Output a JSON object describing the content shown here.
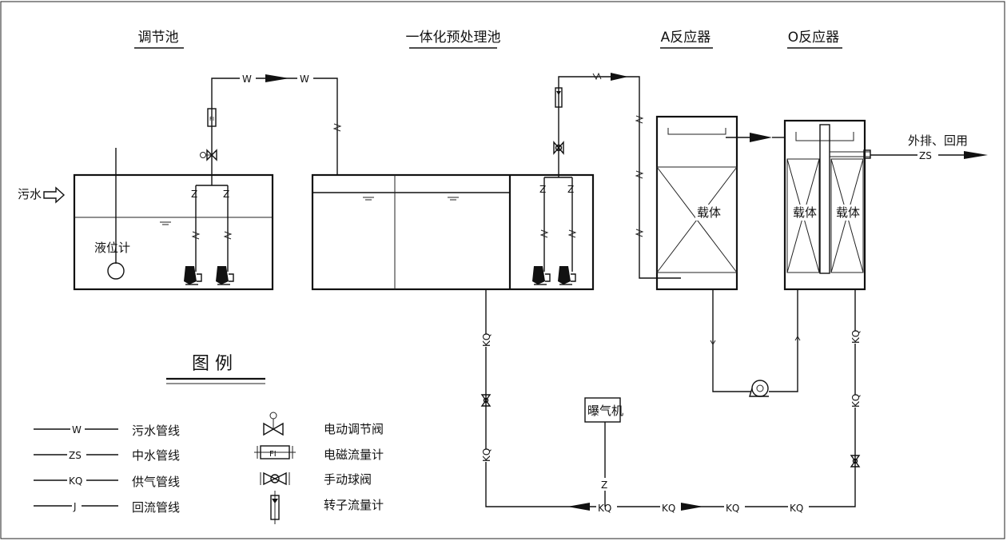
{
  "titles": {
    "equalization": "调节池",
    "pretreatment": "一体化预处理池",
    "a_reactor": "A反应器",
    "o_reactor": "O反应器"
  },
  "labels": {
    "inlet": "污水",
    "level_meter": "液位计",
    "media_a": "载体",
    "media_o1": "载体",
    "media_o2": "载体",
    "outlet": "外排、回用",
    "blower": "曝气机",
    "fm_tag": "FI"
  },
  "line_tags": {
    "w": "W",
    "zs": "ZS",
    "kq": "KQ",
    "j": "J",
    "z": "Z"
  },
  "legend": {
    "title": "图  例",
    "lines": [
      {
        "code": "W",
        "label": "污水管线"
      },
      {
        "code": "ZS",
        "label": "中水管线"
      },
      {
        "code": "KQ",
        "label": "供气管线"
      },
      {
        "code": "J",
        "label": "回流管线"
      }
    ],
    "symbols": [
      {
        "label": "电动调节阀"
      },
      {
        "label": "电磁流量计"
      },
      {
        "label": "手动球阀"
      },
      {
        "label": "转子流量计"
      }
    ]
  }
}
